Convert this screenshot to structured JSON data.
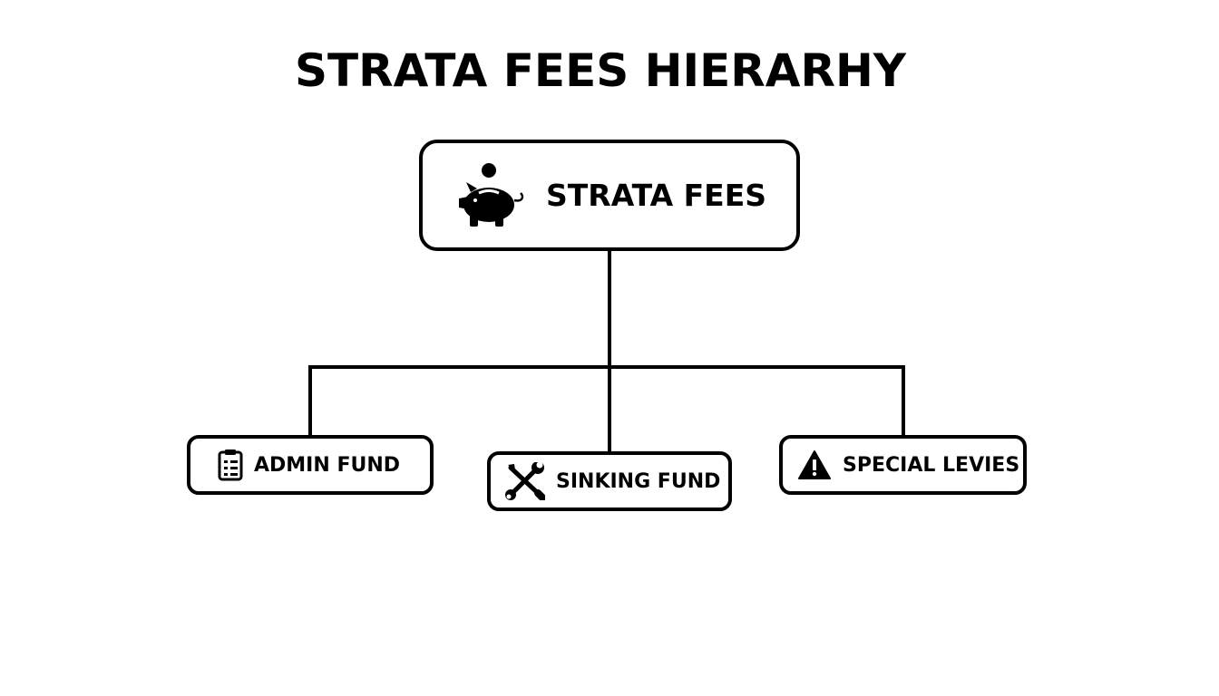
{
  "diagram": {
    "title": "STRATA FEES HIERARHY",
    "root": {
      "label": "STRATA FEES",
      "icon": "piggy-bank-icon"
    },
    "children": [
      {
        "label": "ADMIN FUND",
        "icon": "clipboard-checklist-icon"
      },
      {
        "label": "SINKING FUND",
        "icon": "wrench-screwdriver-icon"
      },
      {
        "label": "SPECIAL LEVIES",
        "icon": "warning-triangle-icon"
      }
    ],
    "colors": {
      "line": "#000000",
      "background": "#ffffff"
    }
  }
}
